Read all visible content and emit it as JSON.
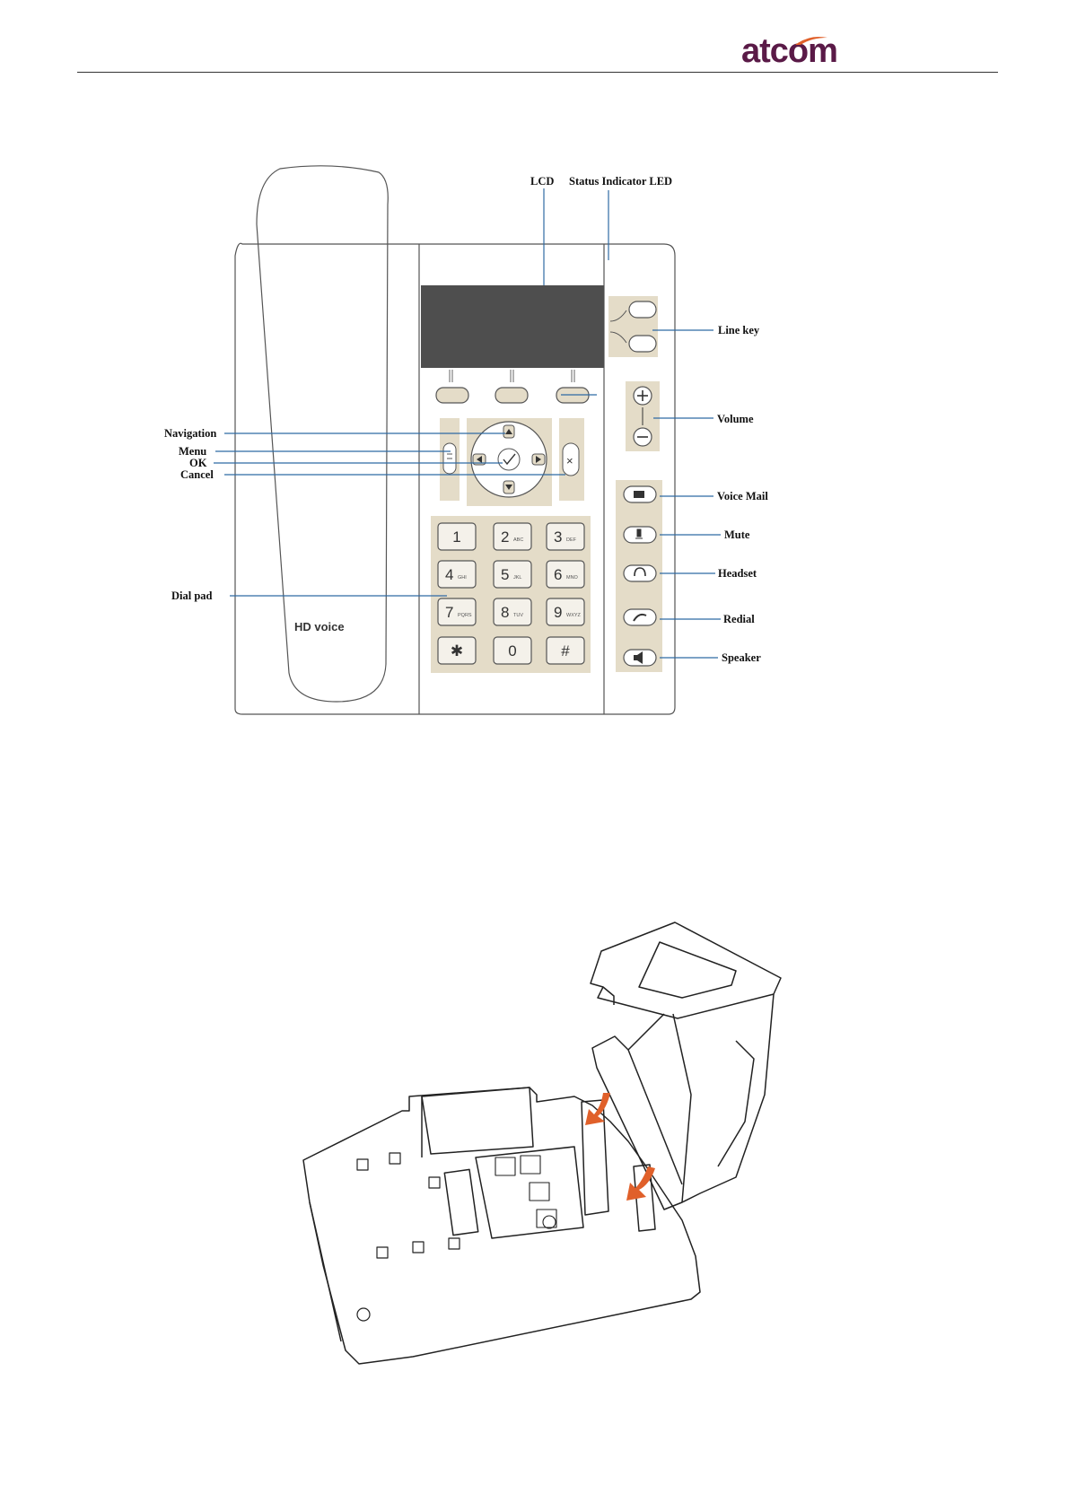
{
  "header": {
    "brand": "atcom"
  },
  "phone_diagram": {
    "callouts": {
      "lcd": "LCD",
      "status_led": "Status Indicator  LED",
      "line_key": "Line key",
      "volume": "Volume",
      "navigation": "Navigation",
      "menu": "Menu",
      "ok": "OK",
      "cancel": "Cancel",
      "dial_pad": "Dial pad",
      "voice_mail": "Voice Mail",
      "mute": "Mute",
      "headset": "Headset",
      "redial": "Redial",
      "speaker": "Speaker"
    },
    "handset_logo": "HD voice",
    "keys": [
      {
        "main": "1",
        "sub": ""
      },
      {
        "main": "2",
        "sub": "ABC"
      },
      {
        "main": "3",
        "sub": "DEF"
      },
      {
        "main": "4",
        "sub": "GHI"
      },
      {
        "main": "5",
        "sub": "JKL"
      },
      {
        "main": "6",
        "sub": "MNO"
      },
      {
        "main": "7",
        "sub": "PQRS"
      },
      {
        "main": "8",
        "sub": "TUV"
      },
      {
        "main": "9",
        "sub": "WXYZ"
      },
      {
        "main": "✱",
        "sub": ""
      },
      {
        "main": "0",
        "sub": ""
      },
      {
        "main": "#",
        "sub": ""
      }
    ]
  },
  "colors": {
    "brand": "#5a1a47",
    "callout_line": "#2f6aa3",
    "panel": "#e4dcc8",
    "arrow": "#e0602a"
  }
}
